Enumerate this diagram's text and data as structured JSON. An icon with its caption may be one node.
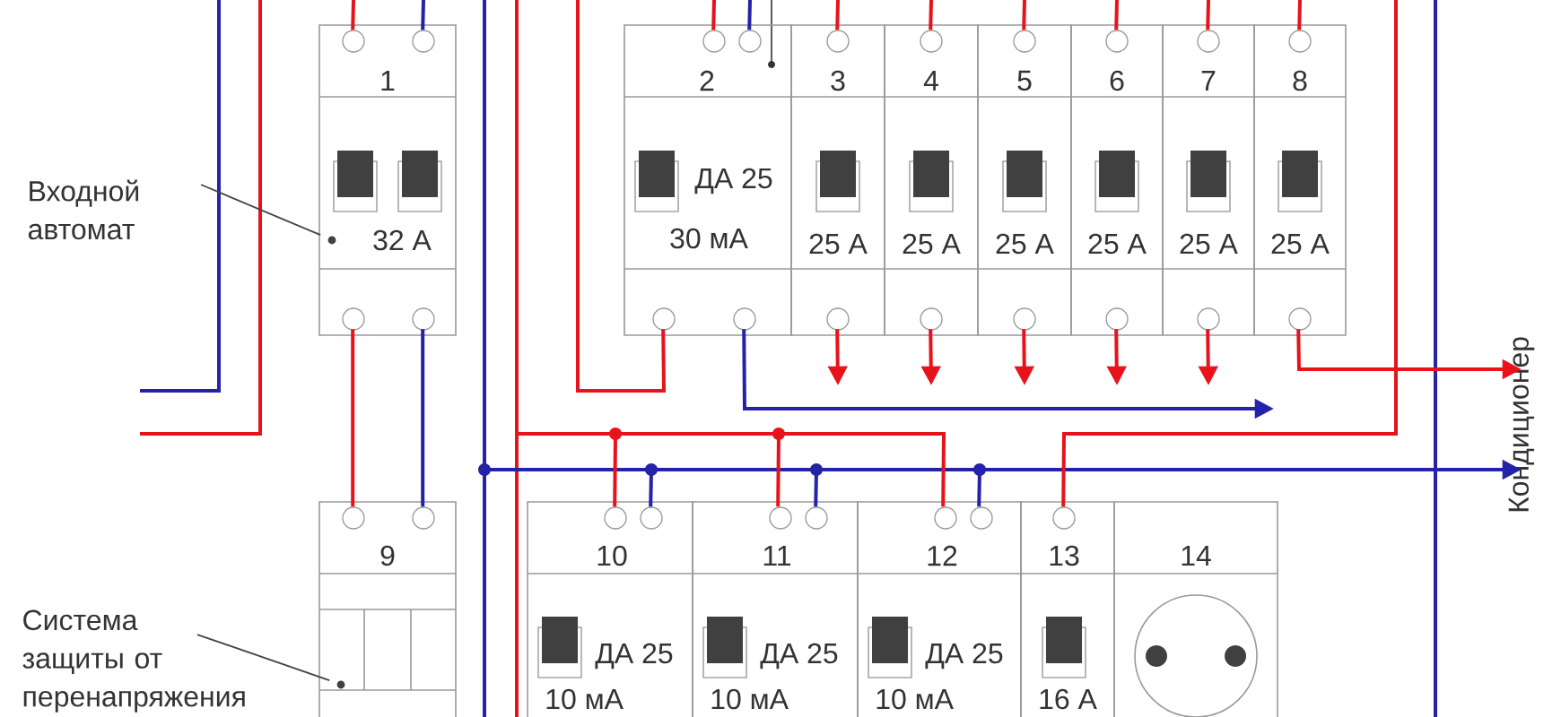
{
  "diagram": {
    "nodes": [
      {
        "text": [
          "1",
          "32 А"
        ]
      },
      {
        "text": [
          "2",
          "ДА 25",
          "30 мА"
        ]
      },
      {
        "text": [
          "3",
          "25 А"
        ]
      },
      {
        "text": [
          "4",
          "25 А"
        ]
      },
      {
        "text": [
          "5",
          "25 А"
        ]
      },
      {
        "text": [
          "6",
          "25 А"
        ]
      },
      {
        "text": [
          "7",
          "25 А"
        ]
      },
      {
        "text": [
          "8",
          "25 А"
        ]
      },
      {
        "text": [
          "9"
        ]
      },
      {
        "text": [
          "10",
          "ДА 25",
          "10 мА"
        ]
      },
      {
        "text": [
          "11",
          "ДА 25",
          "10 мА"
        ]
      },
      {
        "text": [
          "12",
          "ДА 25",
          "10 мА"
        ]
      },
      {
        "text": [
          "13",
          "16 А"
        ]
      },
      {
        "text": [
          "14"
        ]
      },
      {
        "text": [
          "Входной автомат"
        ]
      },
      {
        "text": [
          "Система защиты от перенапряжения"
        ]
      },
      {
        "text": [
          "Кондиционер"
        ]
      }
    ],
    "edges": [
      {
        "from": null,
        "to": 0,
        "arrow": "none"
      },
      {
        "from": null,
        "to": 0,
        "arrow": "none",
        "color": "#2323a8"
      },
      {
        "from": 0,
        "to": 8,
        "arrow": "none"
      },
      {
        "from": 0,
        "to": 8,
        "arrow": "none",
        "color": "#2323a8"
      },
      {
        "from": null,
        "to": 1,
        "arrow": "none"
      },
      {
        "from": null,
        "to": 1,
        "arrow": "none",
        "color": "#2323a8"
      },
      {
        "from": null,
        "to": 2,
        "arrow": "none"
      },
      {
        "from": null,
        "to": 3,
        "arrow": "none"
      },
      {
        "from": null,
        "to": 4,
        "arrow": "none"
      },
      {
        "from": null,
        "to": 5,
        "arrow": "none"
      },
      {
        "from": null,
        "to": 6,
        "arrow": "none"
      },
      {
        "from": null,
        "to": 7,
        "arrow": "none"
      },
      {
        "from": 1,
        "to": null,
        "arrow": "to",
        "color": "#2323a8"
      },
      {
        "from": 1,
        "to": null,
        "arrow": "none"
      },
      {
        "from": 2,
        "to": null,
        "arrow": "to"
      },
      {
        "from": 3,
        "to": null,
        "arrow": "to"
      },
      {
        "from": 4,
        "to": null,
        "arrow": "to"
      },
      {
        "from": 5,
        "to": null,
        "arrow": "to"
      },
      {
        "from": 6,
        "to": null,
        "arrow": "to"
      },
      {
        "from": 7,
        "to": 16,
        "arrow": "to"
      },
      {
        "from": null,
        "to": 16,
        "arrow": "to",
        "color": "#2323a8"
      },
      {
        "from": null,
        "to": 9,
        "arrow": "other",
        "color": "#2323a8"
      },
      {
        "from": null,
        "to": 10,
        "arrow": "other",
        "color": "#2323a8"
      },
      {
        "from": null,
        "to": 11,
        "arrow": "other",
        "color": "#2323a8"
      },
      {
        "from": null,
        "to": 9,
        "arrow": "other"
      },
      {
        "from": null,
        "to": 10,
        "arrow": "other"
      },
      {
        "from": null,
        "to": 11,
        "arrow": "none"
      },
      {
        "from": null,
        "to": 12,
        "arrow": "none"
      },
      {
        "from": 14,
        "to": 0,
        "arrow": "none",
        "color": "#444444"
      },
      {
        "from": 15,
        "to": 8,
        "arrow": "none",
        "color": "#444444"
      }
    ]
  }
}
